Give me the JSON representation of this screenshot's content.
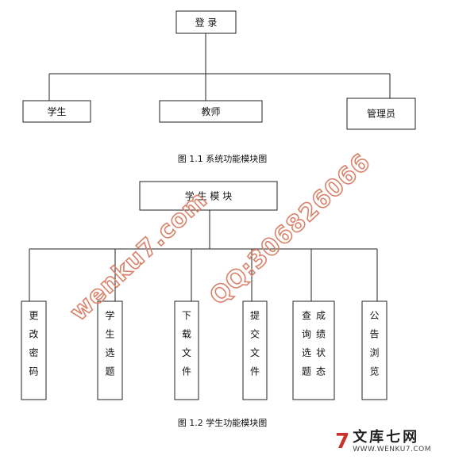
{
  "figure1": {
    "root": "登 录",
    "children": [
      "学生",
      "教师",
      "管理员"
    ],
    "caption": "图 1.1 系统功能模块图"
  },
  "figure2": {
    "root": "学 生 模 块",
    "children": [
      "更改密码",
      "学生选题",
      "下载文件",
      "提交文件",
      "查询选题成绩状态",
      "公告浏览"
    ],
    "caption": "图 1.2 学生功能模块图"
  },
  "watermark": {
    "site": "wenku7.com",
    "qq": "QQ:306826066"
  },
  "brand": {
    "mark": "7",
    "name": "文库七网",
    "url": "WWW.WENKU7.COM"
  },
  "colors": {
    "watermark": "#d9826a",
    "brand_mark": "#c8322a"
  }
}
